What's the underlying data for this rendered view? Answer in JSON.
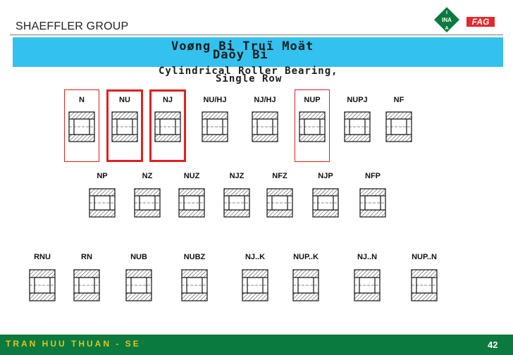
{
  "header": {
    "brand": "SHAEFFLER GROUP",
    "title_vn_line1": "Voøng Bi Truï Moät",
    "title_vn_line2": "Daõy Bi",
    "title_en_line1": "Cylindrical Roller Bearing,",
    "title_en_line2": "Single Row",
    "logo_ina_letters": [
      "I",
      "INA",
      "A"
    ],
    "logo_fag": "FAG"
  },
  "colors": {
    "band": "#33c1ef",
    "highlight": "#e02020",
    "footer": "#0a7a3e",
    "footer_text": "#e6c21a",
    "ina_logo": "#0a7a3e",
    "fag_logo": "#e8262c"
  },
  "rows": [
    {
      "types": [
        {
          "code": "N",
          "highlight": "thin"
        },
        {
          "code": "NU",
          "highlight": "thick"
        },
        {
          "code": "NJ",
          "highlight": "thick"
        },
        {
          "code": "NU/HJ",
          "highlight": ""
        },
        {
          "code": "NJ/HJ",
          "highlight": ""
        },
        {
          "code": "NUP",
          "highlight": "thin"
        },
        {
          "code": "NUPJ",
          "highlight": ""
        },
        {
          "code": "NF",
          "highlight": ""
        }
      ]
    },
    {
      "types": [
        {
          "code": "NP",
          "highlight": ""
        },
        {
          "code": "NZ",
          "highlight": ""
        },
        {
          "code": "NUZ",
          "highlight": ""
        },
        {
          "code": "NJZ",
          "highlight": ""
        },
        {
          "code": "NFZ",
          "highlight": ""
        },
        {
          "code": "NJP",
          "highlight": ""
        },
        {
          "code": "NFP",
          "highlight": ""
        }
      ]
    },
    {
      "types": [
        {
          "code": "RNU",
          "highlight": ""
        },
        {
          "code": "RN",
          "highlight": ""
        },
        {
          "code": "NUB",
          "highlight": ""
        },
        {
          "code": "NUBZ",
          "highlight": ""
        },
        {
          "code": "NJ..K",
          "highlight": ""
        },
        {
          "code": "NUP..K",
          "highlight": ""
        },
        {
          "code": "NJ..N",
          "highlight": ""
        },
        {
          "code": "NUP..N",
          "highlight": ""
        }
      ]
    }
  ],
  "footer": {
    "author": "TRAN HUU THUAN - SE",
    "page": "42"
  }
}
